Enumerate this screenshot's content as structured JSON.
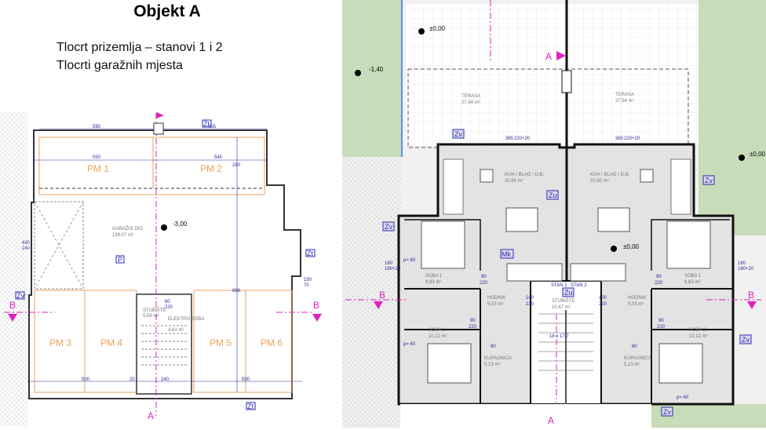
{
  "slide": {
    "title": "Objekt A",
    "subtitle_lines": [
      "Tlocrt prizemlja – stanovi 1 i 2",
      "Tlocrti garažnih mjesta"
    ]
  },
  "garage_plan": {
    "spaces": [
      "PM 1",
      "PM 2",
      "PM 3",
      "PM 4",
      "PM 5",
      "PM 6"
    ],
    "garage_room": {
      "name": "GARAŽNI DIO",
      "area": "139,07 m²"
    },
    "level": "-3,00",
    "stair": {
      "name": "STUBIŠTE",
      "area": "5,59 m²"
    },
    "elektro": {
      "name": "ELEKTRO SOBA",
      "area": "4,61 m²"
    },
    "parking_tag": "P",
    "dims": {
      "top_total": "590",
      "top_right": "465",
      "pm1": "550",
      "pm2": "545",
      "depth": "280",
      "pm34": "500",
      "stair_w": "240",
      "pm56": "500",
      "height": "886",
      "side": "20"
    },
    "tags": [
      "Zt",
      "Zt",
      "Zt",
      "Zv"
    ],
    "section_labels": {
      "a": "A",
      "b": "B"
    },
    "door": {
      "w": "80",
      "h": "220"
    },
    "window_left": {
      "w": "430",
      "h": "240"
    },
    "window_right": {
      "w": "150",
      "h": "70"
    }
  },
  "apartment_plan": {
    "levels": {
      "top": "±0,00",
      "left": "-1,40",
      "main": "±0,00",
      "right": "±0,00"
    },
    "rooms": [
      {
        "name": "TERASA",
        "area": "27,54 m²"
      },
      {
        "name": "TERASA",
        "area": "27,54 m²"
      },
      {
        "name": "KUH / BLAG / D.B.",
        "area": "20,60 m²"
      },
      {
        "name": "KUH / BLAG / D.B.",
        "area": "20,60 m²"
      },
      {
        "name": "SOBA 1",
        "area": "9,83 m²"
      },
      {
        "name": "SOBA 1",
        "area": "9,83 m²"
      },
      {
        "name": "HODNIK",
        "area": "5,03 m²"
      },
      {
        "name": "HODNIK",
        "area": "5,03 m²"
      },
      {
        "name": "STUBIŠTE",
        "area": "10,47 m²"
      },
      {
        "name": "SOBA 2",
        "area": "10,12 m²"
      },
      {
        "name": "SOBA 2",
        "area": "10,12 m²"
      },
      {
        "name": "KUPAONICA",
        "area": "5,13 m²"
      },
      {
        "name": "KUPAONICA",
        "area": "5,13 m²"
      }
    ],
    "tags": {
      "zv": "Zv",
      "zu": "Zu",
      "mk": "Mk"
    },
    "doors": {
      "d90": "90",
      "d100": "100",
      "h220": "220",
      "d80": "80"
    },
    "windows": {
      "w365": "365",
      "w220": "220+20",
      "w180": "180",
      "w180b": "180+20",
      "p60": "p= 60",
      "p40": "p= 40"
    },
    "stair_note": "18 x 17,7",
    "section_labels": {
      "a": "A",
      "b": "B"
    },
    "apt_labels": [
      "STAN 1",
      "STAN 2"
    ]
  }
}
